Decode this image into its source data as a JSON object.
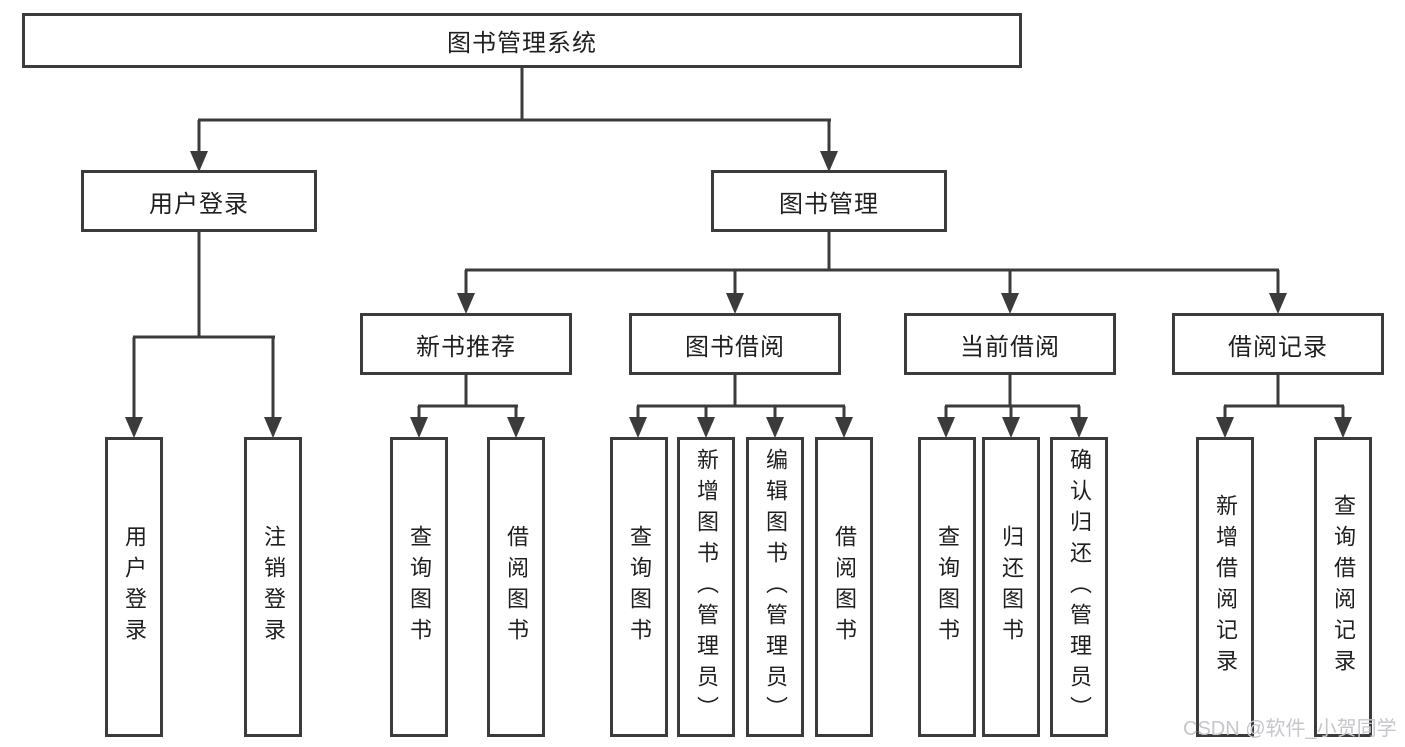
{
  "diagram": {
    "root": {
      "label": "图书管理系统"
    },
    "level2": [
      {
        "label": "用户登录",
        "parent": "图书管理系统"
      },
      {
        "label": "图书管理",
        "parent": "图书管理系统"
      }
    ],
    "level3": [
      {
        "label": "新书推荐",
        "parent": "图书管理"
      },
      {
        "label": "图书借阅",
        "parent": "图书管理"
      },
      {
        "label": "当前借阅",
        "parent": "图书管理"
      },
      {
        "label": "借阅记录",
        "parent": "图书管理"
      }
    ],
    "leaves": [
      {
        "label": "用户登录",
        "parent": "用户登录"
      },
      {
        "label": "注销登录",
        "parent": "用户登录"
      },
      {
        "label": "查询图书",
        "parent": "新书推荐"
      },
      {
        "label": "借阅图书",
        "parent": "新书推荐"
      },
      {
        "label": "查询图书",
        "parent": "图书借阅"
      },
      {
        "label": "新增图书（管理员）",
        "parent": "图书借阅"
      },
      {
        "label": "编辑图书（管理员）",
        "parent": "图书借阅"
      },
      {
        "label": "借阅图书",
        "parent": "图书借阅"
      },
      {
        "label": "查询图书",
        "parent": "当前借阅"
      },
      {
        "label": "归还图书",
        "parent": "当前借阅"
      },
      {
        "label": "确认归还（管理员）",
        "parent": "当前借阅"
      },
      {
        "label": "新增借阅记录",
        "parent": "借阅记录"
      },
      {
        "label": "查询借阅记录",
        "parent": "借阅记录"
      }
    ]
  },
  "watermark": {
    "text": "CSDN @软件_小贺同学"
  },
  "colors": {
    "line": "#3b3b3b",
    "box_border": "#3b3b3b",
    "text": "#1f1f1f",
    "watermark": "#c6c6cb",
    "background": "#ffffff"
  }
}
